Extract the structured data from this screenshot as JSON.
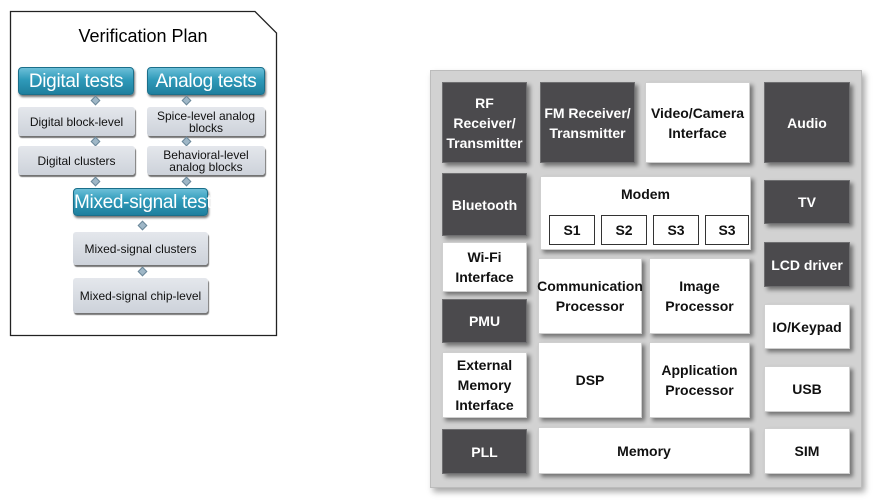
{
  "verification_plan": {
    "title": "Verification Plan",
    "digital": {
      "header": "Digital tests",
      "items": [
        "Digital block-level",
        "Digital clusters"
      ]
    },
    "analog": {
      "header": "Analog tests",
      "items": [
        "Spice-level analog blocks",
        "Behavioral-level analog blocks"
      ]
    },
    "mixed": {
      "header": "Mixed-signal tests",
      "items": [
        "Mixed-signal clusters",
        "Mixed-signal chip-level"
      ]
    }
  },
  "block_diagram": {
    "colors": {
      "dark": "#4b4a4d",
      "light": "#ffffff",
      "panel": "#d2d2d2"
    },
    "blocks": {
      "rf": "RF Receiver/ Transmitter",
      "fm": "FM Receiver/ Transmitter",
      "video": "Video/Camera Interface",
      "audio": "Audio",
      "bluetooth": "Bluetooth",
      "tv": "TV",
      "wifi": "Wi-Fi Interface",
      "lcd": "LCD driver",
      "comm": "Communication Processor",
      "image": "Image Processor",
      "pmu": "PMU",
      "io": "IO/Keypad",
      "extmem": "External Memory Interface",
      "dsp": "DSP",
      "app": "Application Processor",
      "usb": "USB",
      "pll": "PLL",
      "memory": "Memory",
      "sim": "SIM"
    },
    "modem": {
      "title": "Modem",
      "subblocks": [
        "S1",
        "S2",
        "S3",
        "S3"
      ]
    }
  }
}
